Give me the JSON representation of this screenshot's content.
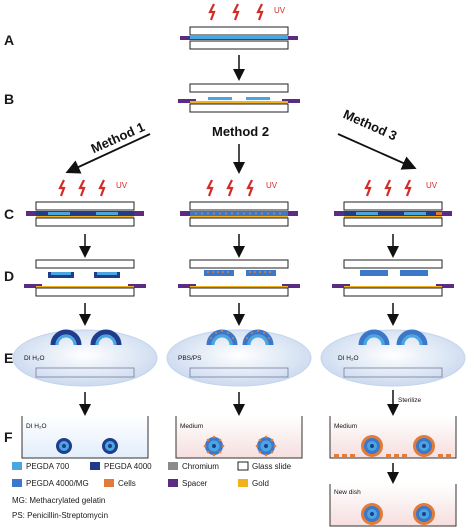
{
  "steps": [
    "A",
    "B",
    "C",
    "D",
    "E",
    "F"
  ],
  "uv_label": "UV",
  "methods": {
    "method1": "Method 1",
    "method2": "Method 2",
    "method3": "Method 3"
  },
  "solutions": {
    "col1_e": "DI H₂O",
    "col2_e": "PBS/PS",
    "col3_e": "DI H₂O",
    "col1_f": "DI H₂O",
    "col2_f": "Medium",
    "col3_f": "Medium"
  },
  "sterilize_label": "Sterilize",
  "new_dish_label": "New dish",
  "legend": [
    {
      "label": "PEGDA 700",
      "color": "#4aa6e0",
      "outline": false
    },
    {
      "label": "PEGDA 4000",
      "color": "#1f3d8c",
      "outline": false
    },
    {
      "label": "Chromium",
      "color": "#8a8a8a",
      "outline": false
    },
    {
      "label": "Glass slide",
      "color": "#ffffff",
      "outline": true
    },
    {
      "label": "PEGDA 4000/MG",
      "color": "#3b78c9",
      "outline": false
    },
    {
      "label": "Cells",
      "color": "#e07b39",
      "outline": false
    },
    {
      "label": "Spacer",
      "color": "#5a2d82",
      "outline": false
    },
    {
      "label": "Gold",
      "color": "#f2b21c",
      "outline": false
    }
  ],
  "abbreviations": [
    "MG: Methacrylated gelatin",
    "PS: Penicillin-Streptomycin"
  ]
}
